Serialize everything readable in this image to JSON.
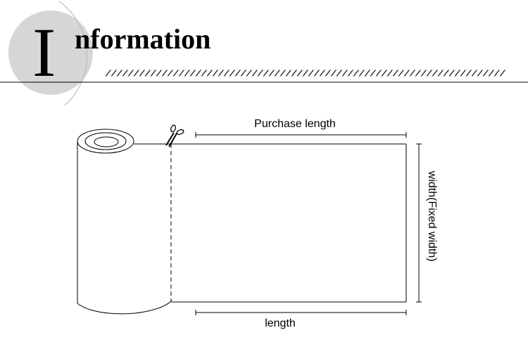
{
  "header": {
    "title_initial": "I",
    "title_rest": "nformation"
  },
  "diagram": {
    "purchase_length_label": "Purchase length",
    "width_label": "width(Fixed width)",
    "length_label": "length"
  }
}
